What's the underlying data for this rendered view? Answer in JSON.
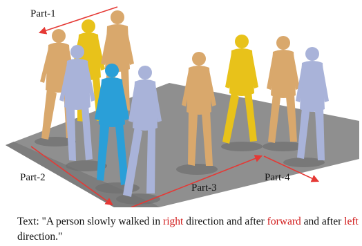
{
  "parts": [
    "Part-1",
    "Part-2",
    "Part-3",
    "Part-4"
  ],
  "caption": {
    "segments": [
      {
        "text": "Text: \"A person slowly walked in ",
        "highlight": false
      },
      {
        "text": "right",
        "highlight": true
      },
      {
        "text": " direction and after ",
        "highlight": false
      },
      {
        "text": "forward",
        "highlight": true
      },
      {
        "text": " and after ",
        "highlight": false
      },
      {
        "text": "left",
        "highlight": true
      },
      {
        "text": " direction.\"",
        "highlight": false
      }
    ]
  },
  "colors": {
    "highlight": "#d11a1a",
    "arrow": "#e53935",
    "floor": "#8f8f8f",
    "floor_shadow": "#6f6f6f",
    "figure_tan": "#d9a86c",
    "figure_lavender": "#a9b3d9",
    "figure_yellow": "#e8c21a",
    "figure_blue": "#2a9fd8"
  }
}
